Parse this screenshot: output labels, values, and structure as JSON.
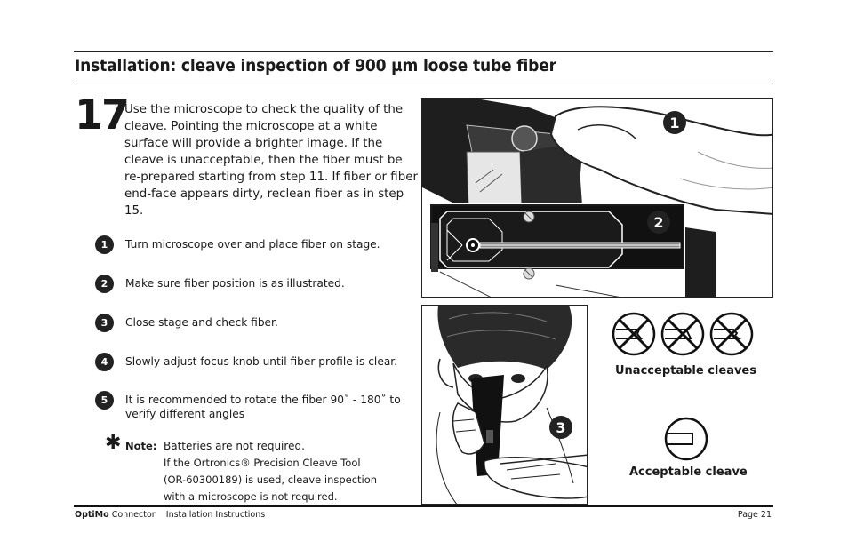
{
  "page": {
    "title": "Installation: cleave inspection of 900 µm loose tube fiber"
  },
  "step": {
    "number": "17",
    "text": "Use the microscope to check the quality of the cleave.  Pointing the microscope at a white surface will provide a brighter image. If the cleave is unacceptable, then the fiber must be re-prepared starting from step 11. If fiber or fiber end-face appears dirty, reclean fiber as in step 15."
  },
  "substeps": [
    {
      "num": "1",
      "text": "Turn microscope over and place fiber on stage."
    },
    {
      "num": "2",
      "text": "Make sure fiber position is as illustrated."
    },
    {
      "num": "3",
      "text": "Close stage and check fiber."
    },
    {
      "num": "4",
      "text": "Slowly adjust focus knob until fiber profile is clear."
    },
    {
      "num": "5",
      "text": "It is recommended to rotate the fiber 90˚ - 180˚ to verify different angles"
    }
  ],
  "note": {
    "icon": "asterisk-icon",
    "label": "Note:",
    "main": "Batteries are not required.",
    "line1": "If the Ortronics® Precision Cleave Tool",
    "line2": "(OR-60300189) is used, cleave inspection",
    "line3": "with a microscope is not required."
  },
  "figures": {
    "callout1": "1",
    "callout2": "2",
    "callout3": "3"
  },
  "cleaves": {
    "unacceptable_label": "Unacceptable cleaves",
    "acceptable_label": "Acceptable cleave"
  },
  "footer": {
    "brand": "OptiMo",
    "product": "Connector",
    "doc": "Installation Instructions",
    "page": "Page 21"
  }
}
